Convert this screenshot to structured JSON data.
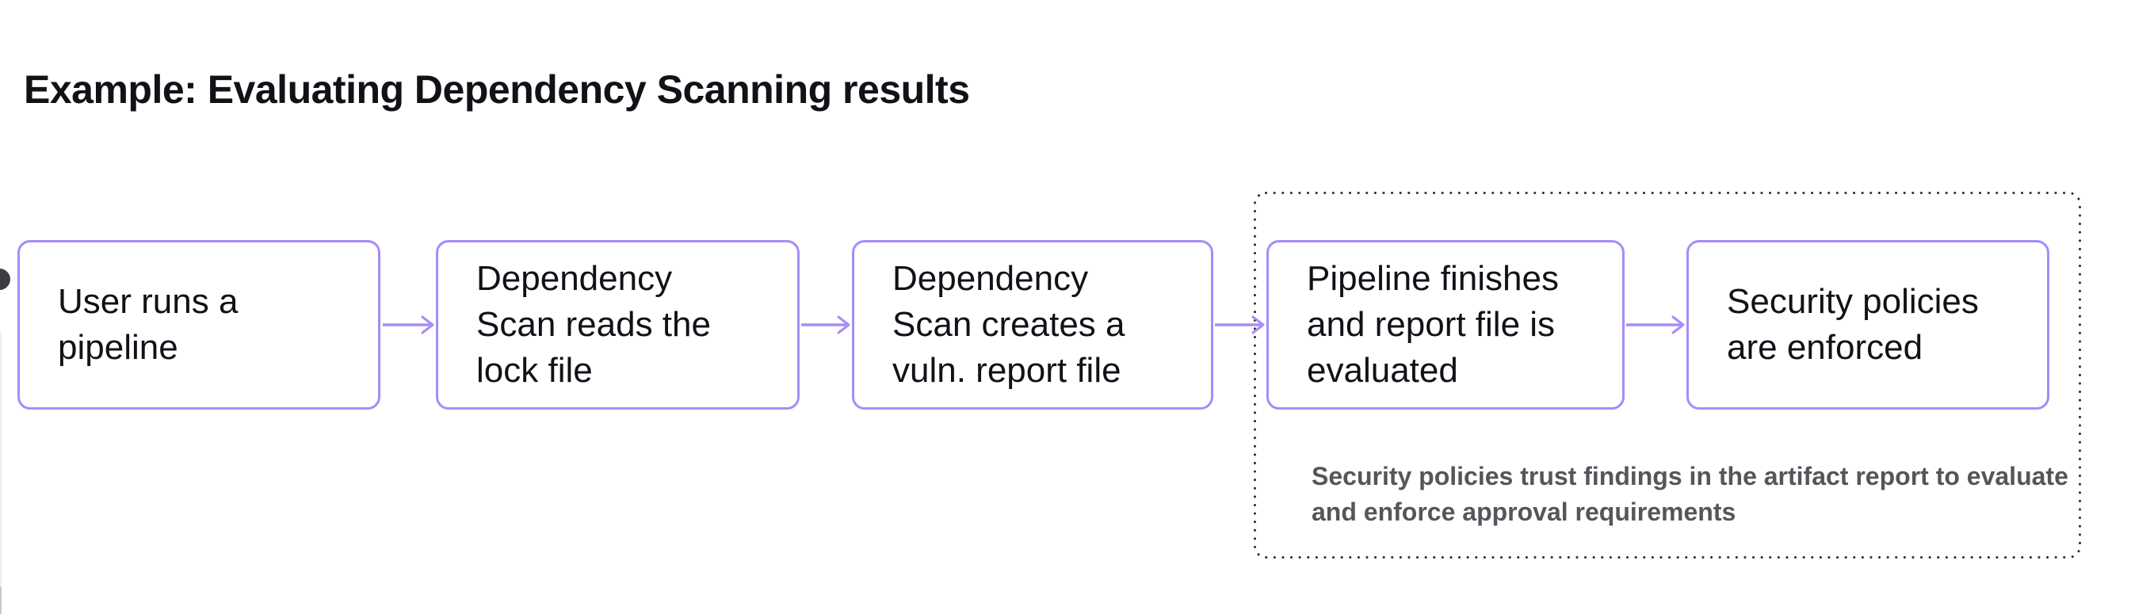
{
  "title": "Example: Evaluating Dependency Scanning results",
  "flow": {
    "nodes": [
      {
        "label": "User runs a pipeline",
        "in_group": false
      },
      {
        "label": "Dependency Scan reads the lock file",
        "in_group": false
      },
      {
        "label": "Dependency Scan creates a vuln. report file",
        "in_group": false
      },
      {
        "label": "Pipeline finishes and report file is evaluated",
        "in_group": true
      },
      {
        "label": "Security policies are enforced",
        "in_group": true
      }
    ],
    "group": {
      "note": "Security policies trust findings in the artifact report to evaluate and enforce approval requirements"
    }
  },
  "colors": {
    "node_border": "#a78bfa",
    "arrow": "#a78bfa",
    "group_border": "#2e2e2e",
    "title_text": "#121117",
    "node_text": "#121117",
    "note_text": "#56555b",
    "background": "#ffffff",
    "edge_dot": "#3e3e42"
  }
}
